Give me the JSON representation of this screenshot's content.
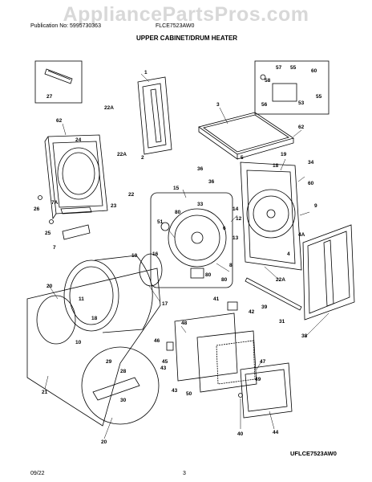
{
  "header": {
    "publication": "Publication No: 5995730363",
    "model": "FLCE7523AW0",
    "section_title": "UPPER CABINET/DRUM HEATER",
    "watermark": "AppliancePartsPros.com"
  },
  "diagram_model": "UFLCE7523AW0",
  "footer": {
    "date": "09/22",
    "page": "3"
  },
  "callouts": [
    {
      "id": "c1",
      "text": "1"
    },
    {
      "id": "c27",
      "text": "27"
    },
    {
      "id": "c22a_1",
      "text": "22A"
    },
    {
      "id": "c62_l",
      "text": "62"
    },
    {
      "id": "c24",
      "text": "24"
    },
    {
      "id": "c22a_2",
      "text": "22A"
    },
    {
      "id": "c2",
      "text": "2"
    },
    {
      "id": "c22",
      "text": "22"
    },
    {
      "id": "c26",
      "text": "26"
    },
    {
      "id": "c7a",
      "text": "7A"
    },
    {
      "id": "c23",
      "text": "23"
    },
    {
      "id": "c25",
      "text": "25"
    },
    {
      "id": "c7",
      "text": "7"
    },
    {
      "id": "c3",
      "text": "3"
    },
    {
      "id": "c62_r",
      "text": "62"
    },
    {
      "id": "c57",
      "text": "57"
    },
    {
      "id": "c55a",
      "text": "55"
    },
    {
      "id": "c60a",
      "text": "60"
    },
    {
      "id": "c56",
      "text": "56"
    },
    {
      "id": "c53",
      "text": "53"
    },
    {
      "id": "c55b",
      "text": "55"
    },
    {
      "id": "c58",
      "text": "58"
    },
    {
      "id": "c19",
      "text": "19"
    },
    {
      "id": "c18",
      "text": "18"
    },
    {
      "id": "c34",
      "text": "34"
    },
    {
      "id": "c36a",
      "text": "36"
    },
    {
      "id": "c5",
      "text": "5"
    },
    {
      "id": "c36b",
      "text": "36"
    },
    {
      "id": "c60b",
      "text": "60"
    },
    {
      "id": "c15",
      "text": "15"
    },
    {
      "id": "c33",
      "text": "33"
    },
    {
      "id": "c80a",
      "text": "80"
    },
    {
      "id": "c14",
      "text": "14"
    },
    {
      "id": "c12",
      "text": "12"
    },
    {
      "id": "c9",
      "text": "9"
    },
    {
      "id": "c6",
      "text": "6"
    },
    {
      "id": "c51",
      "text": "51"
    },
    {
      "id": "c13",
      "text": "13"
    },
    {
      "id": "c4a",
      "text": "4A"
    },
    {
      "id": "c4",
      "text": "4"
    },
    {
      "id": "c8",
      "text": "8"
    },
    {
      "id": "c80b",
      "text": "80"
    },
    {
      "id": "c80c",
      "text": "80"
    },
    {
      "id": "c22a_3",
      "text": "22A"
    },
    {
      "id": "c20a",
      "text": "20"
    },
    {
      "id": "c16",
      "text": "16"
    },
    {
      "id": "c10a",
      "text": "10"
    },
    {
      "id": "c17",
      "text": "17"
    },
    {
      "id": "c11",
      "text": "11"
    },
    {
      "id": "c18b",
      "text": "18"
    },
    {
      "id": "c39",
      "text": "39"
    },
    {
      "id": "c41",
      "text": "41"
    },
    {
      "id": "c42",
      "text": "42"
    },
    {
      "id": "c31",
      "text": "31"
    },
    {
      "id": "c38",
      "text": "38"
    },
    {
      "id": "c10b",
      "text": "10"
    },
    {
      "id": "c48",
      "text": "48"
    },
    {
      "id": "c46",
      "text": "46"
    },
    {
      "id": "c45",
      "text": "45"
    },
    {
      "id": "c43a",
      "text": "43"
    },
    {
      "id": "c43b",
      "text": "43"
    },
    {
      "id": "c50",
      "text": "50"
    },
    {
      "id": "c47",
      "text": "47"
    },
    {
      "id": "c49",
      "text": "49"
    },
    {
      "id": "c40",
      "text": "40"
    },
    {
      "id": "c44",
      "text": "44"
    },
    {
      "id": "c29",
      "text": "29"
    },
    {
      "id": "c28",
      "text": "28"
    },
    {
      "id": "c30",
      "text": "30"
    },
    {
      "id": "c21",
      "text": "21"
    },
    {
      "id": "c20b",
      "text": "20"
    }
  ]
}
